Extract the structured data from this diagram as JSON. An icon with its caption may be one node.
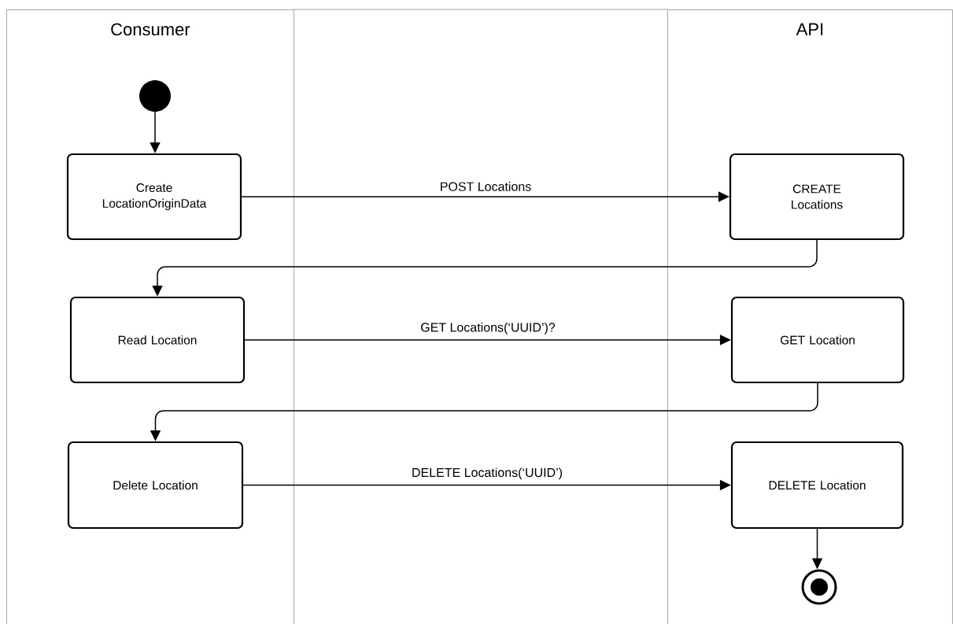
{
  "diagram": {
    "nodes": [
      {
        "text": [
          "Consumer"
        ]
      },
      {
        "text": [
          "API"
        ]
      },
      {
        "text": [],
        "shape": "circle",
        "in": 0
      },
      {
        "text": [
          "Create LocationOriginData"
        ],
        "in": 0
      },
      {
        "text": [
          "CREATE Locations"
        ],
        "in": 1
      },
      {
        "text": [
          "Read Location"
        ],
        "in": 0
      },
      {
        "text": [
          "GET Location"
        ],
        "in": 1
      },
      {
        "text": [
          "Delete Location"
        ],
        "in": 0
      },
      {
        "text": [
          "DELETE Location"
        ],
        "in": 1
      },
      {
        "text": [],
        "shape": "circle",
        "in": 1
      }
    ],
    "edges": [
      {
        "from": 2,
        "to": 3,
        "arrow": "to"
      },
      {
        "from": 3,
        "to": 4,
        "arrow": "to",
        "label": "POST Locations"
      },
      {
        "from": 4,
        "to": 5,
        "arrow": "to"
      },
      {
        "from": 5,
        "to": 6,
        "arrow": "to",
        "label": "GET Locations(‘UUID’)?"
      },
      {
        "from": 6,
        "to": 7,
        "arrow": "to"
      },
      {
        "from": 7,
        "to": 8,
        "arrow": "to",
        "label": "DELETE Locations(‘UUID’)"
      },
      {
        "from": 8,
        "to": 9,
        "arrow": "to"
      }
    ]
  }
}
